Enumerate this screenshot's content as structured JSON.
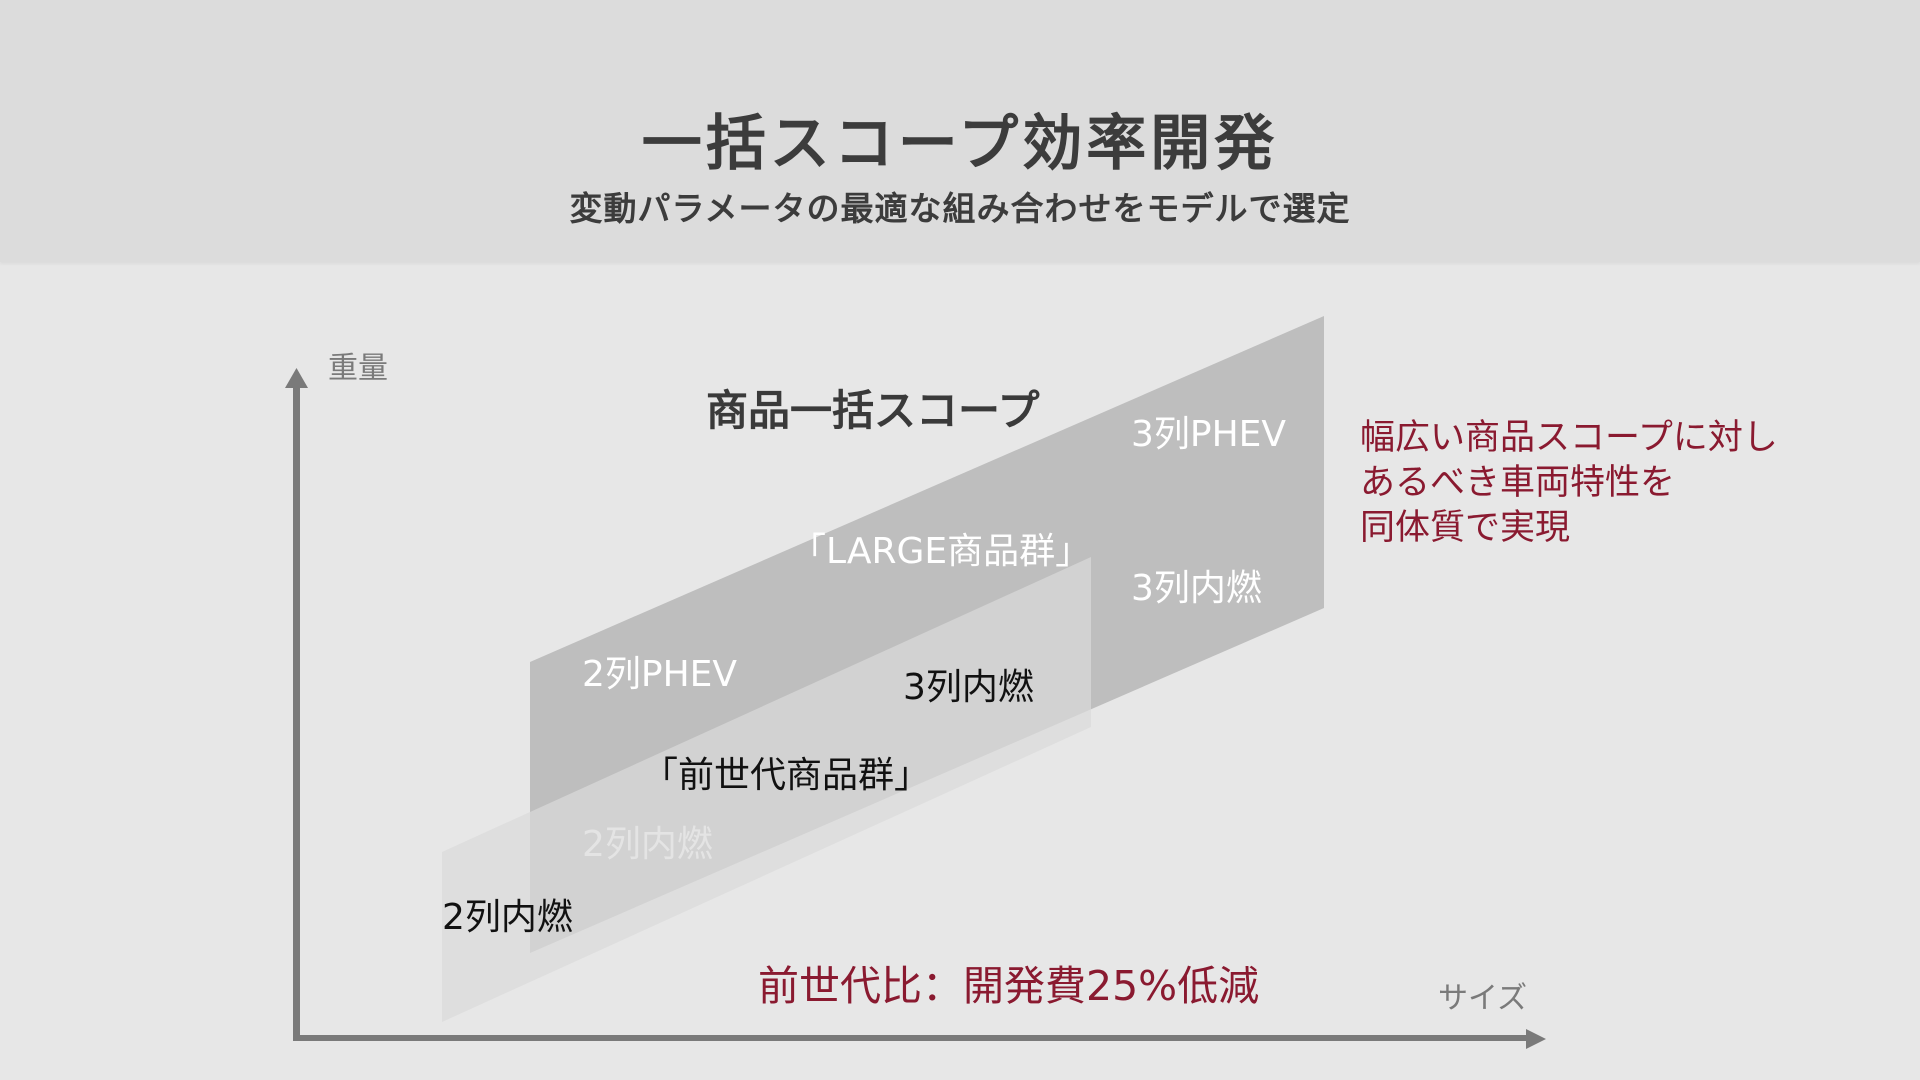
{
  "header": {
    "title": "一括スコープ効率開発",
    "subtitle": "変動パラメータの最適な組み合わせをモデルで選定"
  },
  "diagram": {
    "y_axis_label": "重量",
    "x_axis_label": "サイズ",
    "scope_title": "商品一括スコープ",
    "groups": [
      {
        "name": "「LARGE商品群」",
        "fill": "#bebebe",
        "items": [
          "3列PHEV",
          "3列内燃",
          "2列PHEV",
          "2列内燃"
        ]
      },
      {
        "name": "「前世代商品群」",
        "fill": "#dadada",
        "items": [
          "3列内燃",
          "2列内燃"
        ]
      }
    ],
    "large_labels": {
      "group": "「LARGE商品群」",
      "row3_phev": "3列PHEV",
      "row3_ice": "3列内燃",
      "row2_phev": "2列PHEV",
      "row2_ice_faint": "2列内燃"
    },
    "prev_labels": {
      "group": "「前世代商品群」",
      "row3_ice": "3列内燃",
      "row2_ice": "2列内燃"
    },
    "note_lines": [
      "幅広い商品スコープに対し",
      "あるべき車両特性を",
      "同体質で実現"
    ],
    "result": "前世代比：開発費25%低減",
    "colors": {
      "accent": "#8a1a30",
      "axis": "#7a7a7a",
      "large_fill": "#bebebe",
      "prev_fill": "#dadada",
      "header_bg": "#dcdcdc",
      "body_bg": "#e7e7e7"
    }
  }
}
